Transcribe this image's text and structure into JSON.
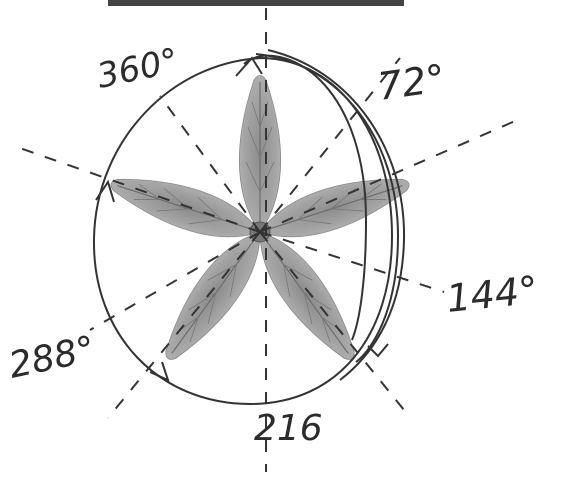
{
  "labels": {
    "deg_0": "360°",
    "deg_72": "72°",
    "deg_144": "144°",
    "deg_216": "216",
    "deg_288": "288°"
  },
  "colors": {
    "ink": "#2b2b2b",
    "topbar": "#444444",
    "petal_fill": "#9a9a9a",
    "petal_vein": "#6e6e6e",
    "background": "#ffffff"
  },
  "icons": {
    "flower": "five-petal-flower",
    "circle": "hand-drawn-circle",
    "arrows": "rotation-arrows"
  }
}
